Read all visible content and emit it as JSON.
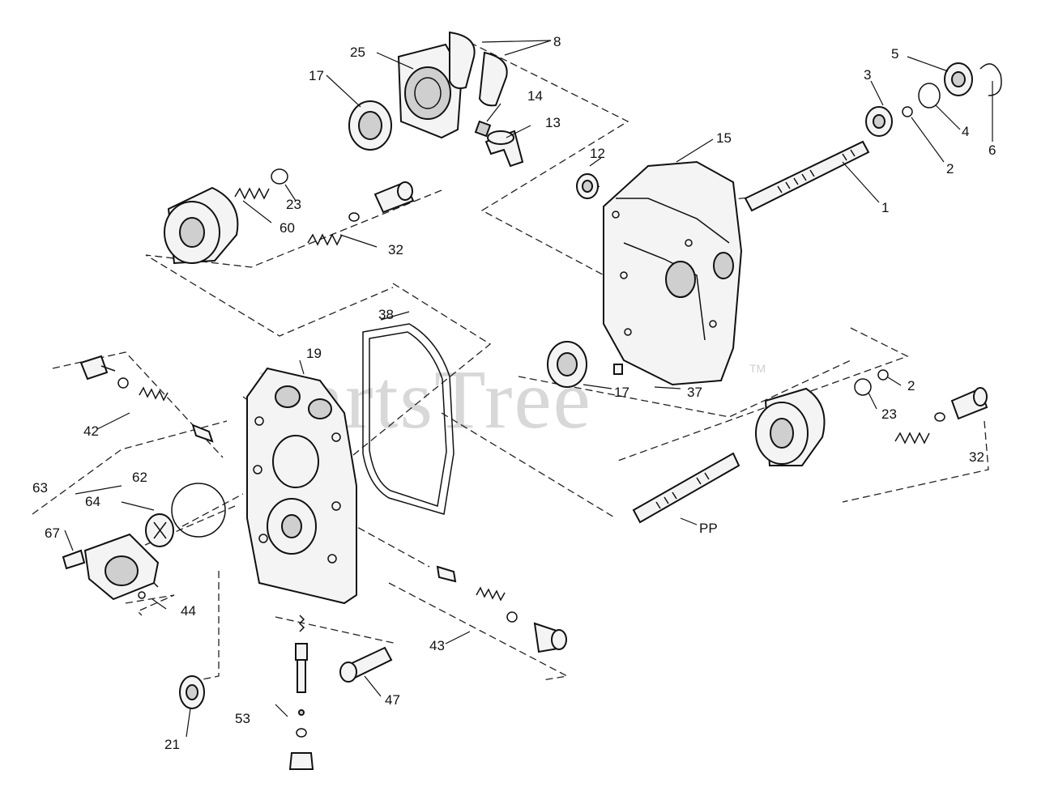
{
  "watermark": {
    "text": "PartsTree",
    "tm": "TM"
  },
  "callouts": {
    "c1": "1",
    "c2a": "2",
    "c2b": "2",
    "c3": "3",
    "c4": "4",
    "c5": "5",
    "c6": "6",
    "c8": "8",
    "c12": "12",
    "c13": "13",
    "c14": "14",
    "c15": "15",
    "c17a": "17",
    "c17b": "17",
    "c19": "19",
    "c21": "21",
    "c23a": "23",
    "c23b": "23",
    "c25": "25",
    "c32a": "32",
    "c32b": "32",
    "c37": "37",
    "c38": "38",
    "c42": "42",
    "c43": "43",
    "c44": "44",
    "c47": "47",
    "c53": "53",
    "c60": "60",
    "c62": "62",
    "c63": "63",
    "c64": "64",
    "c67": "67",
    "cPP": "PP"
  }
}
